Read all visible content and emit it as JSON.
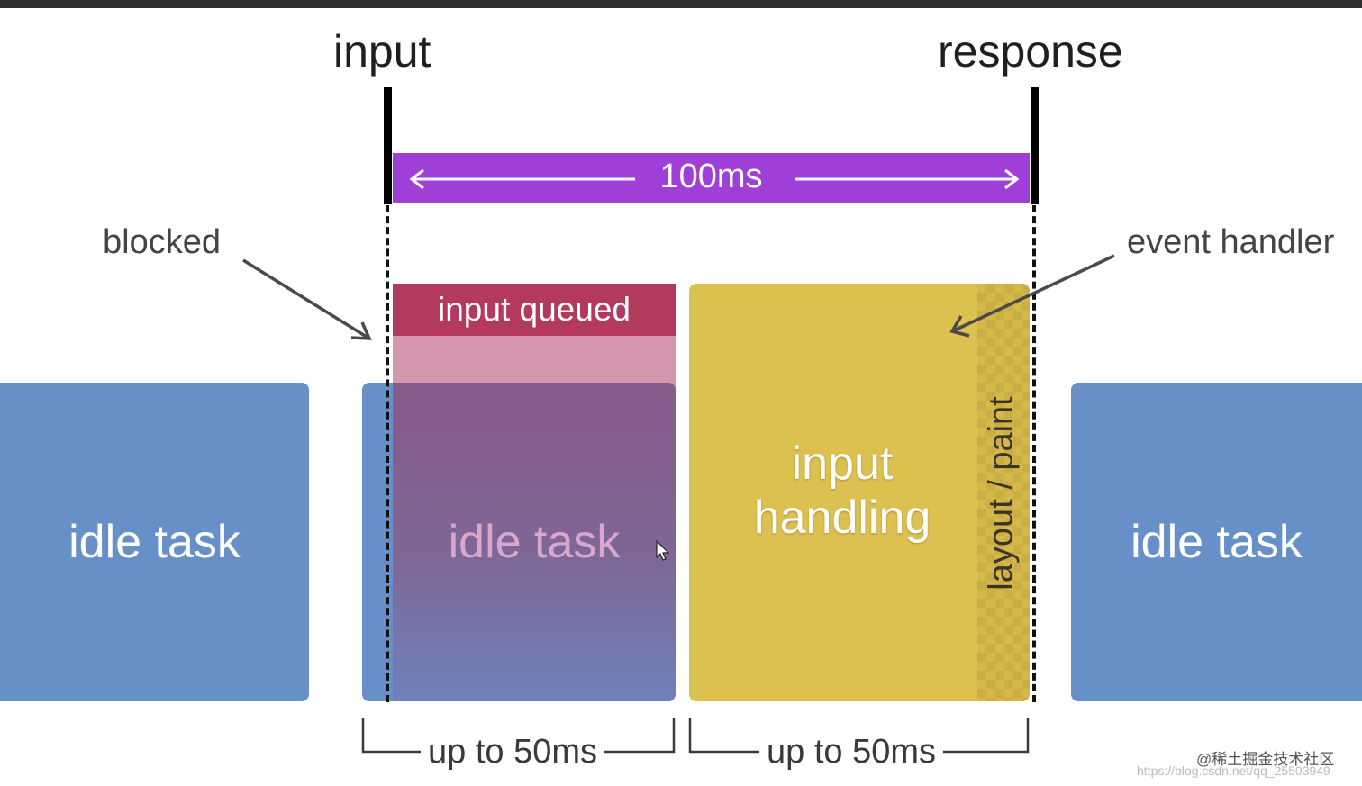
{
  "labels": {
    "input": "input",
    "response": "response",
    "blocked": "blocked",
    "event_handler": "event handler"
  },
  "span": {
    "text": "100ms"
  },
  "blocks": {
    "idle_left": "idle task",
    "input_queued": "input queued",
    "idle_overlap": "idle task",
    "input_handling_line1": "input",
    "input_handling_line2": "handling",
    "layout_paint": "layout / paint",
    "idle_right": "idle task"
  },
  "brackets": {
    "left": "up to 50ms",
    "right": "up to 50ms"
  },
  "watermark": {
    "main": "@稀土掘金技术社区",
    "url": "https://blog.csdn.net/qq_25503949"
  },
  "colors": {
    "span_bar": "#a03fd8",
    "idle_task": "#6790c8",
    "input_queued": "#b4395e",
    "input_handling": "#dcc050"
  }
}
